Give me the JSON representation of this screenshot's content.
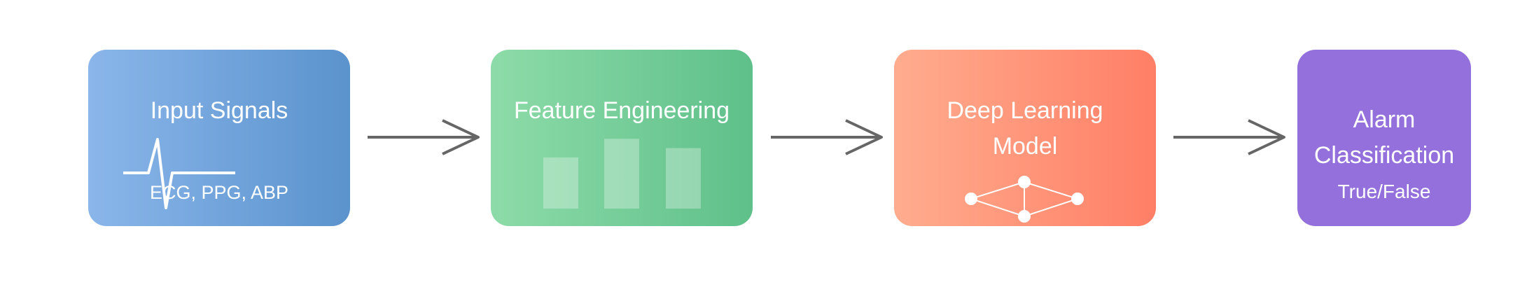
{
  "colors": {
    "input_gradient": [
      "#8AB6EA",
      "#5B93CD"
    ],
    "feature_gradient": [
      "#8DDBA8",
      "#5FC08A"
    ],
    "model_gradient": [
      "#FFAC8E",
      "#FF7F66"
    ],
    "alarm_fill": "#9370DB",
    "arrow": "#666666",
    "text": "#FFFFFF"
  },
  "nodes": {
    "input": {
      "title": "Input Signals",
      "subtitle": "ECG, PPG, ABP",
      "icon": "ecg-waveform-icon"
    },
    "feature": {
      "title": "Feature Engineering",
      "icon": "bar-chart-icon",
      "bar_heights": [
        0.55,
        0.75,
        0.65
      ]
    },
    "model": {
      "title_line1": "Deep Learning",
      "title_line2": "Model",
      "icon": "neural-network-icon"
    },
    "alarm": {
      "title_line1": "Alarm",
      "title_line2": "Classification",
      "subtitle": "True/False"
    }
  },
  "edges": [
    {
      "from": "input",
      "to": "feature"
    },
    {
      "from": "feature",
      "to": "model"
    },
    {
      "from": "model",
      "to": "alarm"
    }
  ]
}
